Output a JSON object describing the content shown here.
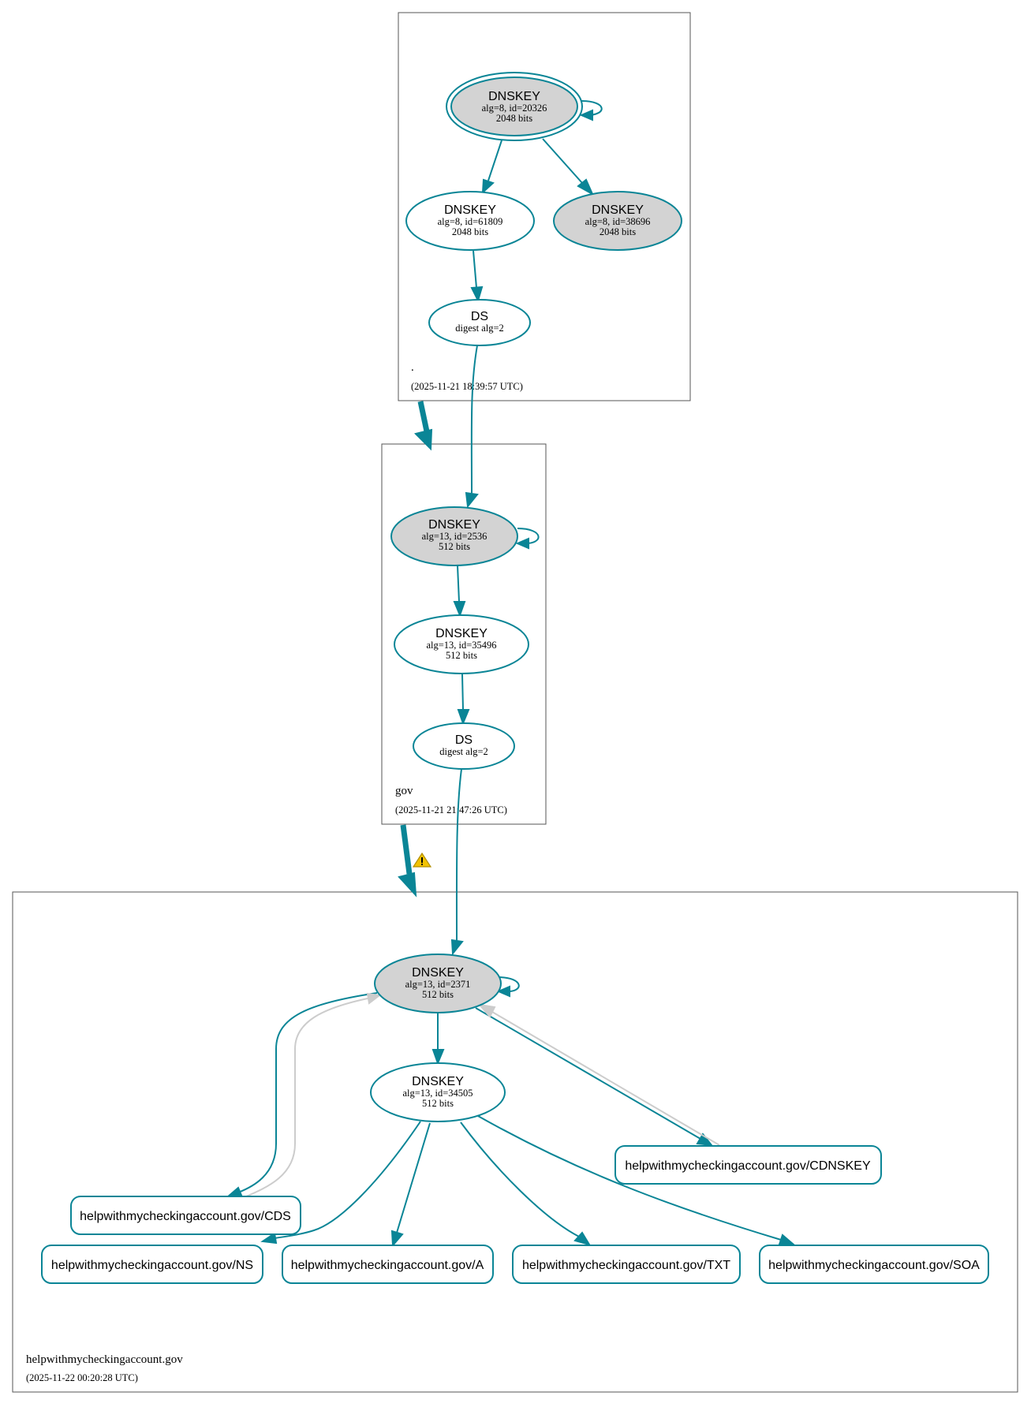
{
  "zones": {
    "root": {
      "name": ".",
      "timestamp": "(2025-11-21 18:39:57 UTC)"
    },
    "gov": {
      "name": "gov",
      "timestamp": "(2025-11-21 21:47:26 UTC)"
    },
    "domain": {
      "name": "helpwithmycheckingaccount.gov",
      "timestamp": "(2025-11-22 00:20:28 UTC)"
    }
  },
  "nodes": {
    "root_ksk": {
      "type": "DNSKEY",
      "detail": "alg=8, id=20326",
      "bits": "2048 bits"
    },
    "root_zsk1": {
      "type": "DNSKEY",
      "detail": "alg=8, id=61809",
      "bits": "2048 bits"
    },
    "root_zsk2": {
      "type": "DNSKEY",
      "detail": "alg=8, id=38696",
      "bits": "2048 bits"
    },
    "root_ds": {
      "type": "DS",
      "detail": "digest alg=2"
    },
    "gov_ksk": {
      "type": "DNSKEY",
      "detail": "alg=13, id=2536",
      "bits": "512 bits"
    },
    "gov_zsk": {
      "type": "DNSKEY",
      "detail": "alg=13, id=35496",
      "bits": "512 bits"
    },
    "gov_ds": {
      "type": "DS",
      "detail": "digest alg=2"
    },
    "dom_ksk": {
      "type": "DNSKEY",
      "detail": "alg=13, id=2371",
      "bits": "512 bits"
    },
    "dom_zsk": {
      "type": "DNSKEY",
      "detail": "alg=13, id=34505",
      "bits": "512 bits"
    }
  },
  "rrsets": {
    "cdnskey": "helpwithmycheckingaccount.gov/CDNSKEY",
    "cds": "helpwithmycheckingaccount.gov/CDS",
    "ns": "helpwithmycheckingaccount.gov/NS",
    "a": "helpwithmycheckingaccount.gov/A",
    "txt": "helpwithmycheckingaccount.gov/TXT",
    "soa": "helpwithmycheckingaccount.gov/SOA"
  },
  "colors": {
    "edge": "#0a8596",
    "secure_entry_fill": "#d3d3d3",
    "node_fill": "#ffffff",
    "revoked_edge": "#cccccc",
    "warning": "#f2c200"
  },
  "icons": {
    "delegation_warning": "warning-icon"
  }
}
